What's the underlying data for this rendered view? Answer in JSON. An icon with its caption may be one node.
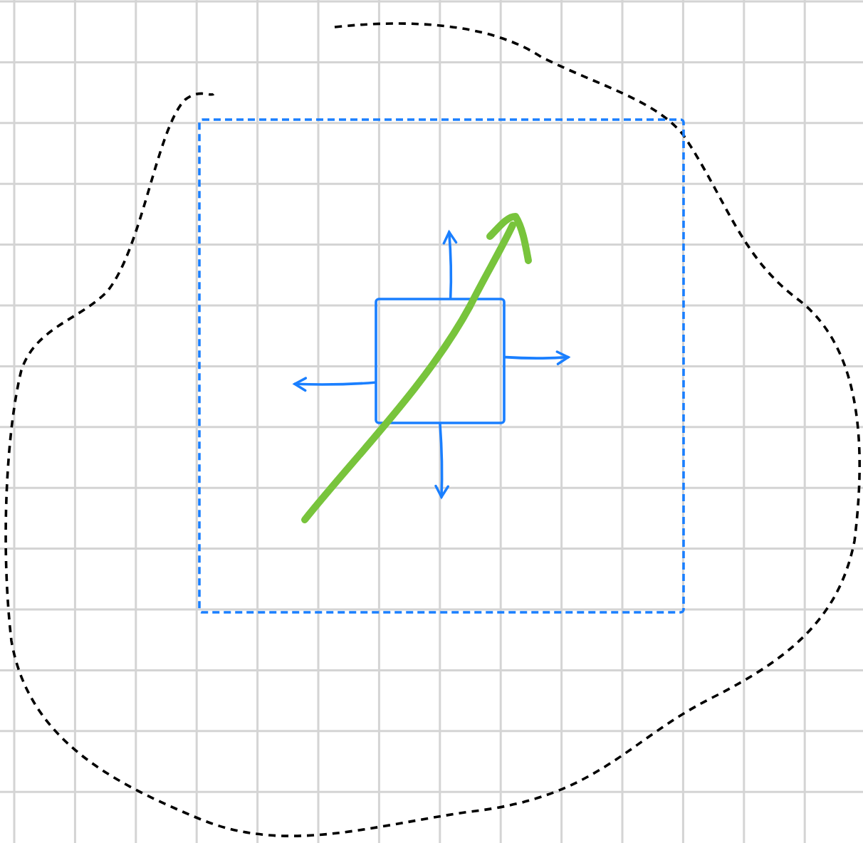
{
  "diagram": {
    "nodes": [
      {
        "text": [],
        "shape": "cloud"
      },
      {
        "text": [],
        "shape": "box",
        "in": 0
      },
      {
        "text": [],
        "shape": "box",
        "in": 1
      }
    ],
    "edges": [
      {
        "from": 2,
        "to": null,
        "arrow": "to"
      },
      {
        "from": 2,
        "to": null,
        "arrow": "to"
      },
      {
        "from": 2,
        "to": null,
        "arrow": "to"
      },
      {
        "from": 2,
        "to": null,
        "arrow": "to"
      }
    ]
  }
}
